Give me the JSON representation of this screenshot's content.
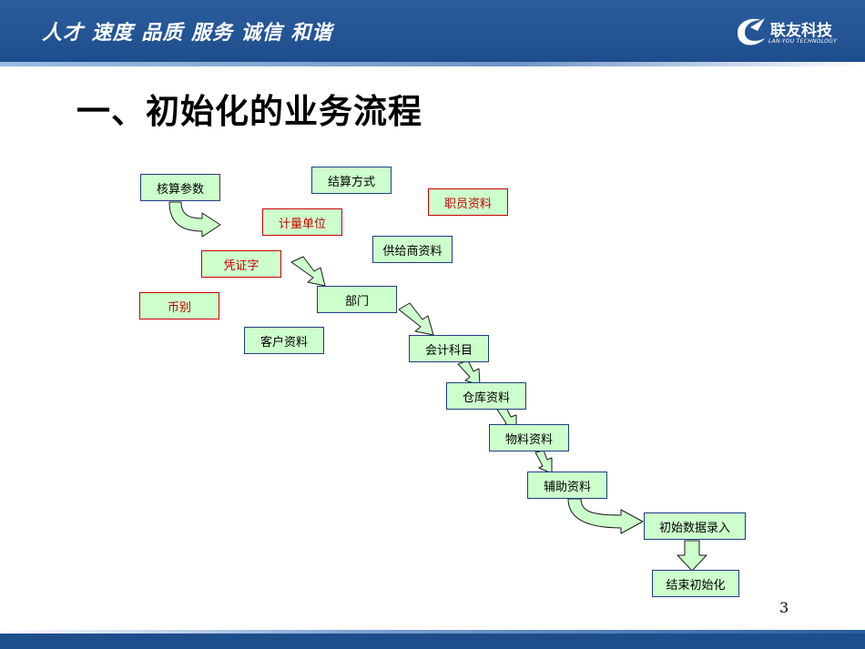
{
  "header": {
    "slogan": "人才 速度 品质 服务 诚信 和谐",
    "company_cn": "联友科技",
    "company_en": "LAN-YOU TECHNOLOGY"
  },
  "title": "一、初始化的业务流程",
  "page_number": "3",
  "colors": {
    "header_blue": "#1e4d8c",
    "box_fill": "#ccffcc",
    "box_border": "#1f3c84",
    "highlight_red": "#cc0000"
  },
  "flow": {
    "nodes": [
      {
        "id": "hesuan-canshu",
        "label": "核算参数",
        "highlight": false
      },
      {
        "id": "jiesuan-fangshi",
        "label": "结算方式",
        "highlight": false
      },
      {
        "id": "zhiyuan-ziliao",
        "label": "职员资料",
        "highlight": true
      },
      {
        "id": "jiliang-danwei",
        "label": "计量单位",
        "highlight": true
      },
      {
        "id": "gongyingshang-ziliao",
        "label": "供给商资料",
        "highlight": false
      },
      {
        "id": "pingzhengzi",
        "label": "凭证字",
        "highlight": true
      },
      {
        "id": "bumen",
        "label": "部门",
        "highlight": false
      },
      {
        "id": "biebie",
        "label": "币别",
        "highlight": true
      },
      {
        "id": "kehu-ziliao",
        "label": "客户资料",
        "highlight": false
      },
      {
        "id": "kuaiji-kemu",
        "label": "会计科目",
        "highlight": false
      },
      {
        "id": "cangku-ziliao",
        "label": "仓库资料",
        "highlight": false
      },
      {
        "id": "wuliao-ziliao",
        "label": "物料资料",
        "highlight": false
      },
      {
        "id": "fuzhu-ziliao",
        "label": "辅助资料",
        "highlight": false
      },
      {
        "id": "chushi-shuju-luru",
        "label": "初始数据录入",
        "highlight": false
      },
      {
        "id": "jieshu-chushihua",
        "label": "结束初始化",
        "highlight": false
      }
    ]
  }
}
